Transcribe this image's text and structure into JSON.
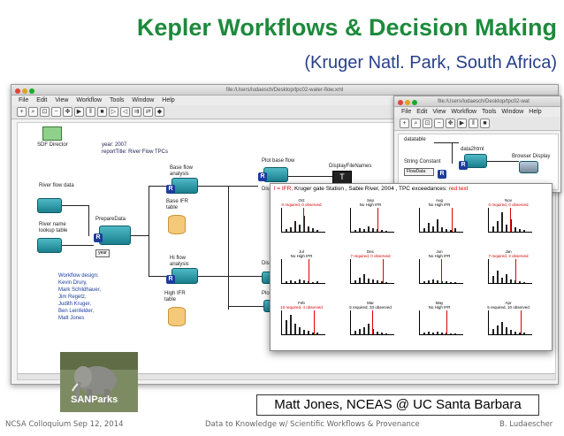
{
  "slide": {
    "title": "Kepler Workflows & Decision Making",
    "subtitle": "(Kruger Natl. Park, South Africa)",
    "credit": "Matt Jones, NCEAS @ UC Santa Barbara",
    "footer_left": "NCSA Colloquium Sep 12, 2014",
    "footer_center": "Data to Knowledge w/ Scientific Workflows & Provenance",
    "footer_right": "B. Ludaescher",
    "logo_text": "SANParks"
  },
  "main_window": {
    "title": "file:/Users/ludaesch/Desktop/tpc02-water-flow.xml",
    "menu": [
      "File",
      "Edit",
      "View",
      "Workflow",
      "Tools",
      "Window",
      "Help"
    ],
    "workflow": {
      "director": "SDF Director",
      "params": [
        "year: 2007",
        "reportTitle: River Flow TPCs"
      ],
      "river_flow_data": "River flow data",
      "river_name_table": "River name lookup table",
      "year_label": "year",
      "prepare": "PrepareData",
      "base_flow_analysis": "Base flow analysis",
      "base_ifr_table": "Base IFR table",
      "hi_flow_analysis": "Hi flow analysis",
      "high_ifr_table": "High IFR table",
      "plot_base_flow": "Plot base flow",
      "display_filenames": "DisplayFileNames",
      "display1": "Display",
      "display2": "Display",
      "plot_tpc": "Plot TP",
      "design_title": "Workflow design:",
      "designers": [
        "Kevin Drury,",
        "Mark Schildhauer,",
        "Jim Regetz,",
        "Judith Kruger,",
        "Ben Leinfelder,",
        "Matt Jones"
      ]
    }
  },
  "second_window": {
    "title": "file:/Users/ludaesch/Desktop/tpc02-wat",
    "menu": [
      "File",
      "Edit",
      "View",
      "Workflow",
      "Tools",
      "Window",
      "Help"
    ],
    "nodes": {
      "datatable": "datatable",
      "data2html": "data2html",
      "string_constant": "String Constant",
      "flowdata": "FlowData",
      "browser_display": "Browser Display"
    }
  },
  "figure": {
    "header_ifr": "l = IFR,",
    "header_main": "Kruger gate Station , Sabie River, 2004 ,  TPC exceedances:",
    "header_red": "red text",
    "panels": [
      {
        "month": "Oct",
        "status": "0 required, 0 observed",
        "red": true
      },
      {
        "month": "Sep",
        "status": "No High IFR",
        "red": false
      },
      {
        "month": "Aug",
        "status": "No High IFR",
        "red": false
      },
      {
        "month": "Nov",
        "status": "0 required, 0 observed",
        "red": true
      },
      {
        "month": "Jul",
        "status": "No High IFR",
        "red": false
      },
      {
        "month": "Dec",
        "status": "7 required, 0 observed",
        "red": true
      },
      {
        "month": "Jun",
        "status": "No High IFR",
        "red": false
      },
      {
        "month": "Jan",
        "status": "7 required, 3 observed",
        "red": true
      },
      {
        "month": "Feb",
        "status": "10 required, 4 observed",
        "red": true
      },
      {
        "month": "Mar",
        "status": "5 required, 33 observed",
        "red": false
      },
      {
        "month": "May",
        "status": "No High IFR",
        "red": false
      },
      {
        "month": "Apr",
        "status": "5 required, 10 observed",
        "red": false
      }
    ]
  },
  "colors": {
    "title": "#1d8a3c",
    "subtitle": "#27408b",
    "actor": "#1a7f8d",
    "port": "#1b3c9b",
    "red": "#d00000"
  }
}
